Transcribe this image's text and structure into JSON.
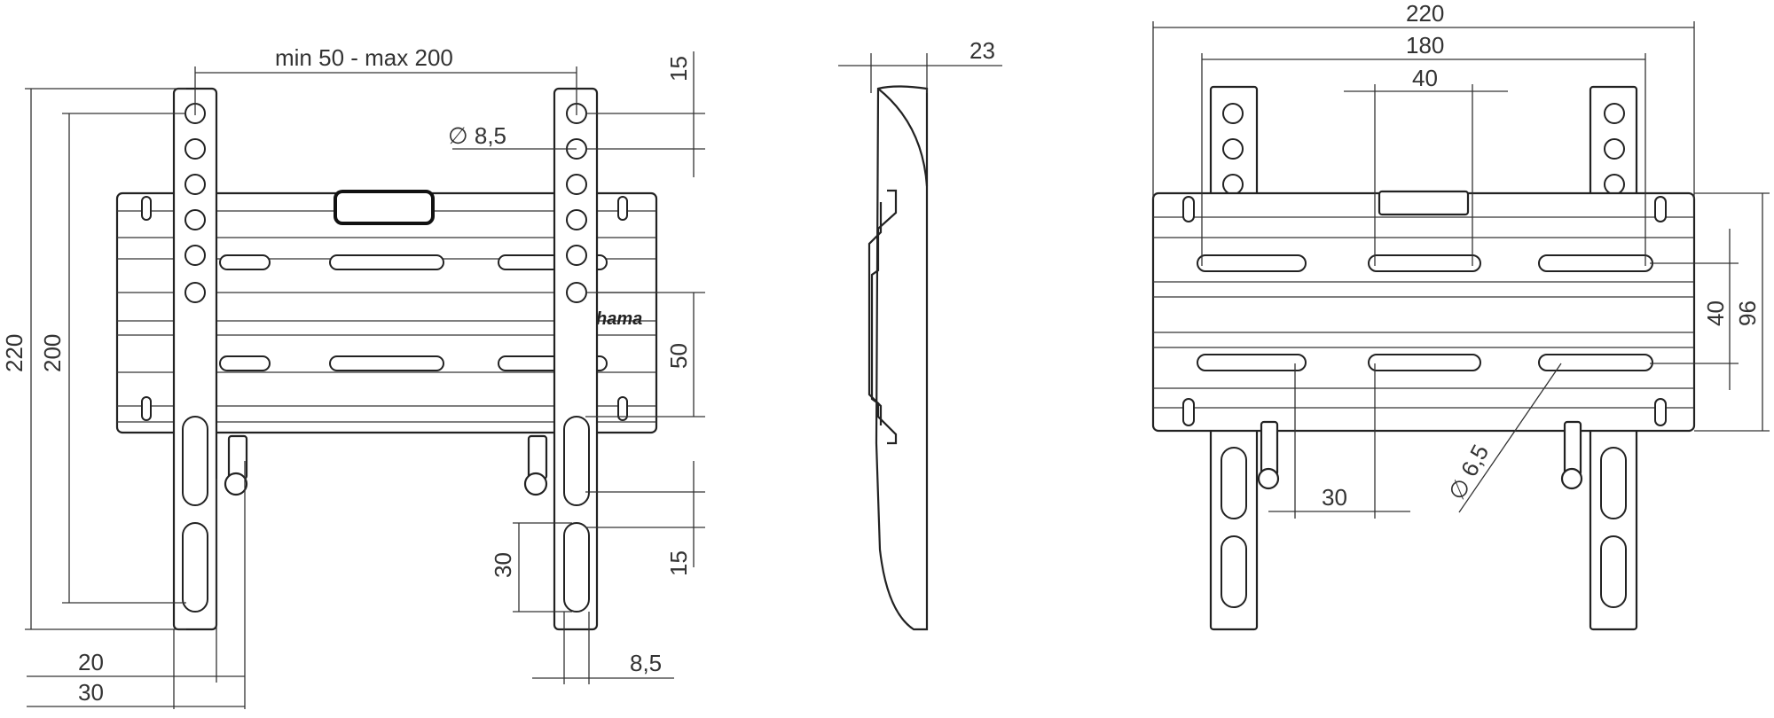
{
  "front_view": {
    "dim_adjust": "min 50 - max 200",
    "dim_220": "220",
    "dim_200": "200",
    "dim_15_top": "15",
    "dim_hole": "∅ 8,5",
    "dim_50": "50",
    "dim_15_bottom": "15",
    "dim_30_slot": "30",
    "dim_20": "20",
    "dim_30_bottom": "30",
    "dim_8_5": "8,5",
    "brand": "hama"
  },
  "side_view": {
    "dim_23": "23"
  },
  "back_view": {
    "dim_220": "220",
    "dim_180": "180",
    "dim_40_top": "40",
    "dim_40_right": "40",
    "dim_96": "96",
    "dim_30": "30",
    "dim_hole": "∅ 6,5"
  }
}
